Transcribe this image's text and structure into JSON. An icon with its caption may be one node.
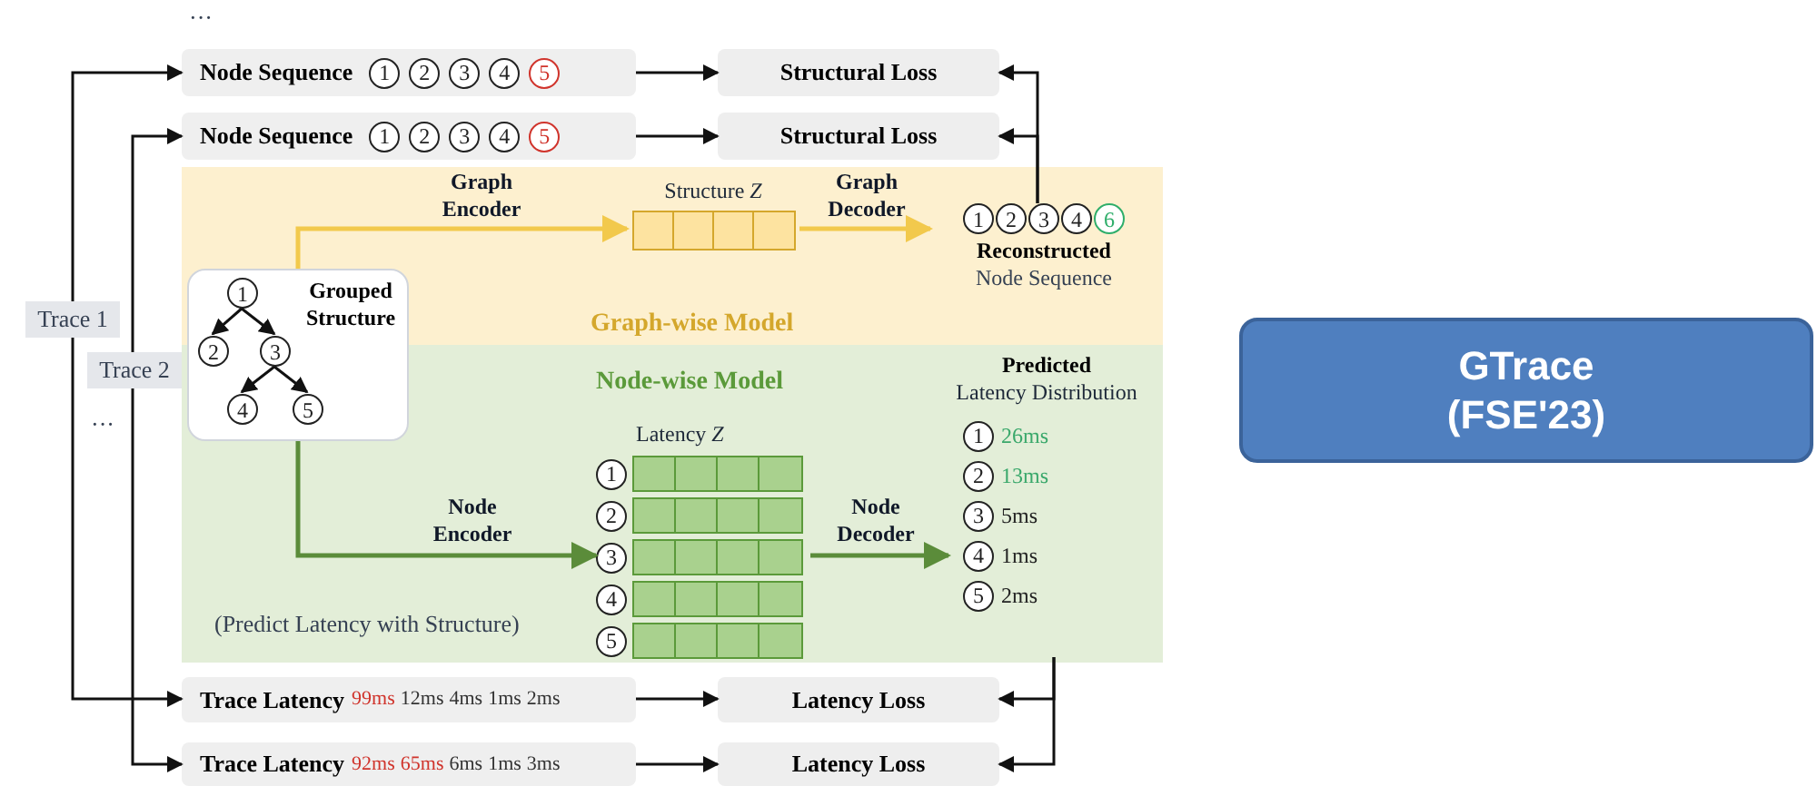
{
  "diagram": {
    "nodes": [
      {
        "text": [
          "Trace 1"
        ]
      },
      {
        "text": [
          "Trace 2"
        ]
      },
      {
        "text": [
          "Node Sequence",
          "1",
          "2",
          "3",
          "4",
          "5"
        ]
      },
      {
        "text": [
          "Structural Loss"
        ]
      },
      {
        "text": [
          "Node Sequence",
          "1",
          "2",
          "3",
          "4",
          "5"
        ]
      },
      {
        "text": [
          "Structural Loss"
        ]
      },
      {
        "text": [
          "Graph-wise Model"
        ]
      },
      {
        "text": [
          "Node-wise Model"
        ]
      },
      {
        "text": [
          "Grouped Structure"
        ]
      },
      {
        "text": [
          "1"
        ],
        "in": 8
      },
      {
        "text": [
          "2"
        ],
        "in": 8
      },
      {
        "text": [
          "3"
        ],
        "in": 8
      },
      {
        "text": [
          "4"
        ],
        "in": 8
      },
      {
        "text": [
          "5"
        ],
        "in": 8
      },
      {
        "text": [
          "Structure *Z*"
        ],
        "in": 6
      },
      {
        "text": [
          "1",
          "2",
          "3",
          "4",
          "6",
          "Reconstructed",
          "Node Sequence"
        ],
        "in": 6
      },
      {
        "text": [
          "Latency *Z*",
          "1",
          "2",
          "3",
          "4",
          "5"
        ],
        "in": 7
      },
      {
        "text": [
          "Predicted",
          "Latency Distribution",
          "1",
          "26ms",
          "2",
          "13ms",
          "3",
          "5ms",
          "4",
          "1ms",
          "5",
          "2ms"
        ],
        "in": 7
      },
      {
        "text": [
          "Trace Latency",
          "99ms",
          "12ms",
          "4ms",
          "1ms",
          "2ms"
        ]
      },
      {
        "text": [
          "Latency Loss"
        ]
      },
      {
        "text": [
          "Trace Latency",
          "92ms",
          "65ms",
          "6ms",
          "1ms",
          "3ms"
        ]
      },
      {
        "text": [
          "Latency Loss"
        ]
      },
      {
        "text": [
          "GTrace (FSE'23)"
        ]
      }
    ],
    "edges": [
      {
        "from": 0,
        "to": 2,
        "arrow": "to"
      },
      {
        "from": 0,
        "to": 18,
        "arrow": "to"
      },
      {
        "from": 1,
        "to": 4,
        "arrow": "to"
      },
      {
        "from": 1,
        "to": 20,
        "arrow": "to"
      },
      {
        "from": 2,
        "to": 3,
        "arrow": "to"
      },
      {
        "from": 4,
        "to": 5,
        "arrow": "to"
      },
      {
        "from": 18,
        "to": 19,
        "arrow": "to"
      },
      {
        "from": 20,
        "to": 21,
        "arrow": "to"
      },
      {
        "from": 15,
        "to": 3,
        "arrow": "to"
      },
      {
        "from": 15,
        "to": 5,
        "arrow": "to"
      },
      {
        "from": 17,
        "to": 19,
        "arrow": "to"
      },
      {
        "from": 17,
        "to": 21,
        "arrow": "to"
      },
      {
        "from": 8,
        "to": 14,
        "arrow": "to",
        "label": "Graph Encoder",
        "color": "#f2c94c"
      },
      {
        "from": 14,
        "to": 15,
        "arrow": "to",
        "label": "Graph Decoder",
        "color": "#f2c94c"
      },
      {
        "from": 8,
        "to": 16,
        "arrow": "to",
        "label": "Node Encoder",
        "color": "#5b8c3a"
      },
      {
        "from": 16,
        "to": 17,
        "arrow": "to",
        "label": "Node Decoder",
        "color": "#5b8c3a"
      },
      {
        "from": 9,
        "to": 10,
        "arrow": "to"
      },
      {
        "from": 9,
        "to": 11,
        "arrow": "to"
      },
      {
        "from": 11,
        "to": 12,
        "arrow": "to"
      },
      {
        "from": 11,
        "to": 13,
        "arrow": "to"
      }
    ],
    "labels": [
      "···",
      "···",
      "(Predict Latency with Structure)"
    ]
  }
}
